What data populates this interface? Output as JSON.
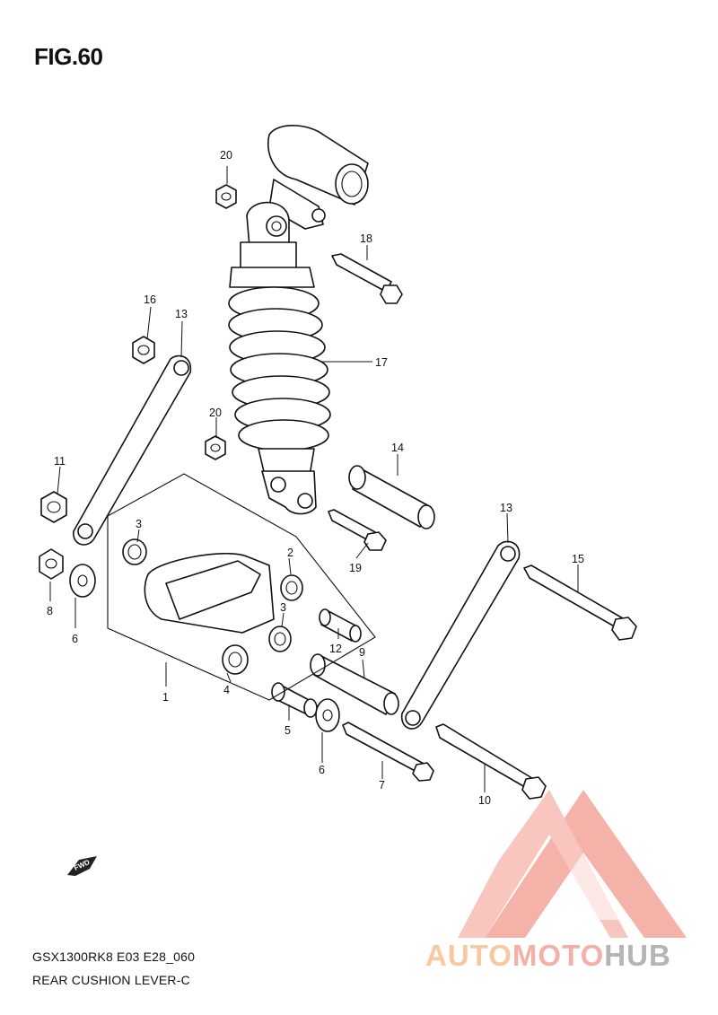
{
  "figure": {
    "title": "FIG.60",
    "model_code": "GSX1300RK8 E03 E28_060",
    "diagram_name": "REAR CUSHION LEVER-C"
  },
  "callouts": [
    "1",
    "2",
    "3",
    "3",
    "3",
    "4",
    "5",
    "6",
    "6",
    "7",
    "8",
    "9",
    "10",
    "11",
    "12",
    "13",
    "13",
    "14",
    "15",
    "16",
    "17",
    "18",
    "19",
    "20",
    "20"
  ],
  "fwd_arrow": {
    "label": "FWD"
  },
  "watermark": {
    "part1": "AUTO",
    "part2": "MOTO",
    "part3": "HUB",
    "colors": {
      "primary": "#f4a59b",
      "secondary": "#f6c9a0",
      "gray": "#b5b5b5"
    }
  }
}
